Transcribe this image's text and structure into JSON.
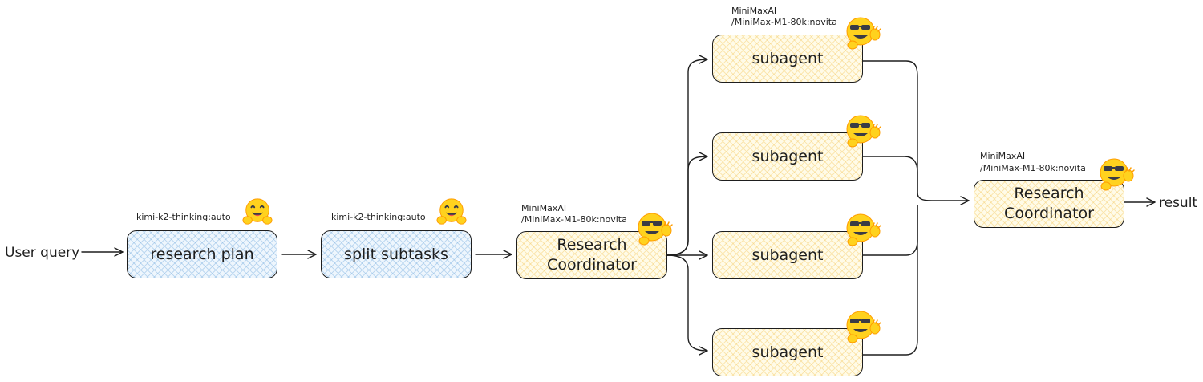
{
  "input_label": "User query",
  "output_label": "result",
  "nodes": {
    "plan": {
      "label": "research plan",
      "model": "kimi-k2-thinking:auto"
    },
    "split": {
      "label": "split subtasks",
      "model": "kimi-k2-thinking:auto"
    },
    "coordinator": {
      "label_line1": "Research",
      "label_line2": "Coordinator",
      "model_line1": "MiniMaxAI",
      "model_line2": "/MiniMax-M1-80k:novita"
    },
    "subagents": [
      {
        "label": "subagent",
        "model_line1": "MiniMaxAI",
        "model_line2": "/MiniMax-M1-80k:novita"
      },
      {
        "label": "subagent"
      },
      {
        "label": "subagent"
      },
      {
        "label": "subagent"
      }
    ],
    "final": {
      "label_line1": "Research",
      "label_line2": "Coordinator",
      "model_line1": "MiniMaxAI",
      "model_line2": "/MiniMax-M1-80k:novita"
    }
  },
  "icons": {
    "kimi": "hugging-face-emoji",
    "minimax": "cool-hugging-face-emoji"
  },
  "colors": {
    "blue_fill": "#eef6fd",
    "yellow_fill": "#fffbe8",
    "stroke": "#1e1e1e",
    "emoji_face": "#ffd21e"
  }
}
